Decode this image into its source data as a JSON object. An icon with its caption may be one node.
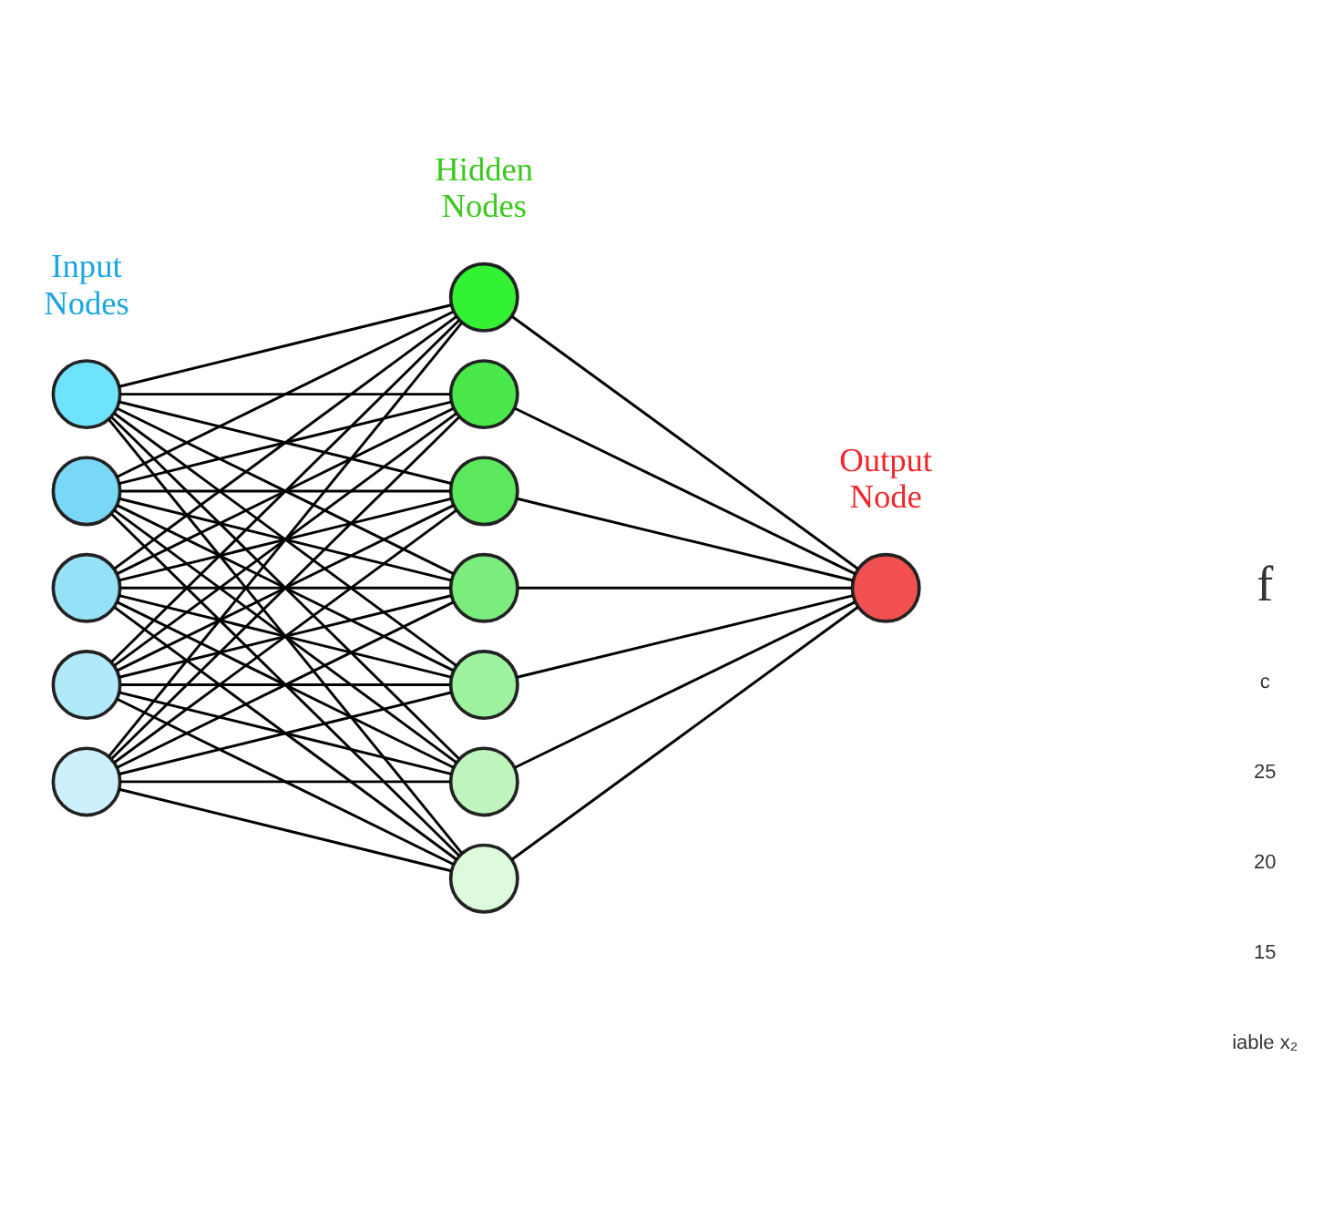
{
  "diagram": {
    "nodes": [
      {
        "text": [],
        "shape": "circle"
      },
      {
        "text": [],
        "shape": "circle"
      },
      {
        "text": [],
        "shape": "circle"
      },
      {
        "text": [],
        "shape": "circle"
      },
      {
        "text": [],
        "shape": "circle"
      },
      {
        "text": [],
        "shape": "circle"
      },
      {
        "text": [],
        "shape": "circle"
      },
      {
        "text": [],
        "shape": "circle"
      },
      {
        "text": [],
        "shape": "circle"
      },
      {
        "text": [],
        "shape": "circle"
      },
      {
        "text": [],
        "shape": "circle"
      },
      {
        "text": [],
        "shape": "circle"
      },
      {
        "text": [],
        "shape": "circle"
      }
    ],
    "edges": [
      {
        "from": 0,
        "to": 5,
        "arrow": "none"
      },
      {
        "from": 0,
        "to": 6,
        "arrow": "none"
      },
      {
        "from": 0,
        "to": 7,
        "arrow": "none"
      },
      {
        "from": 0,
        "to": 8,
        "arrow": "none"
      },
      {
        "from": 0,
        "to": 9,
        "arrow": "none"
      },
      {
        "from": 0,
        "to": 10,
        "arrow": "none"
      },
      {
        "from": 0,
        "to": 11,
        "arrow": "none"
      },
      {
        "from": 1,
        "to": 5,
        "arrow": "none"
      },
      {
        "from": 1,
        "to": 6,
        "arrow": "none"
      },
      {
        "from": 1,
        "to": 7,
        "arrow": "none"
      },
      {
        "from": 1,
        "to": 8,
        "arrow": "none"
      },
      {
        "from": 1,
        "to": 9,
        "arrow": "none"
      },
      {
        "from": 1,
        "to": 10,
        "arrow": "none"
      },
      {
        "from": 1,
        "to": 11,
        "arrow": "none"
      },
      {
        "from": 2,
        "to": 5,
        "arrow": "none"
      },
      {
        "from": 2,
        "to": 6,
        "arrow": "none"
      },
      {
        "from": 2,
        "to": 7,
        "arrow": "none"
      },
      {
        "from": 2,
        "to": 8,
        "arrow": "none"
      },
      {
        "from": 2,
        "to": 9,
        "arrow": "none"
      },
      {
        "from": 2,
        "to": 10,
        "arrow": "none"
      },
      {
        "from": 2,
        "to": 11,
        "arrow": "none"
      },
      {
        "from": 3,
        "to": 5,
        "arrow": "none"
      },
      {
        "from": 3,
        "to": 6,
        "arrow": "none"
      },
      {
        "from": 3,
        "to": 7,
        "arrow": "none"
      },
      {
        "from": 3,
        "to": 8,
        "arrow": "none"
      },
      {
        "from": 3,
        "to": 9,
        "arrow": "none"
      },
      {
        "from": 3,
        "to": 10,
        "arrow": "none"
      },
      {
        "from": 3,
        "to": 11,
        "arrow": "none"
      },
      {
        "from": 4,
        "to": 5,
        "arrow": "none"
      },
      {
        "from": 4,
        "to": 6,
        "arrow": "none"
      },
      {
        "from": 4,
        "to": 7,
        "arrow": "none"
      },
      {
        "from": 4,
        "to": 8,
        "arrow": "none"
      },
      {
        "from": 4,
        "to": 9,
        "arrow": "none"
      },
      {
        "from": 4,
        "to": 10,
        "arrow": "none"
      },
      {
        "from": 4,
        "to": 11,
        "arrow": "none"
      },
      {
        "from": 5,
        "to": 12,
        "arrow": "none"
      },
      {
        "from": 6,
        "to": 12,
        "arrow": "none"
      },
      {
        "from": 7,
        "to": 12,
        "arrow": "none"
      },
      {
        "from": 8,
        "to": 12,
        "arrow": "none"
      },
      {
        "from": 9,
        "to": 12,
        "arrow": "none"
      },
      {
        "from": 10,
        "to": 12,
        "arrow": "none"
      },
      {
        "from": 11,
        "to": 12,
        "arrow": "none"
      }
    ],
    "labels": [
      "Input Nodes",
      "Hidden Nodes",
      "Output Node",
      "f",
      "c",
      "25",
      "20",
      "15",
      "iable x₂"
    ]
  }
}
